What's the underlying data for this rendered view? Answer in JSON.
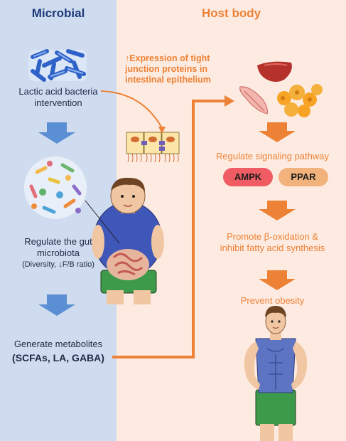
{
  "microbial": {
    "heading": "Microbial",
    "step1": {
      "line1": "Lactic acid bacteria",
      "line2": "intervention"
    },
    "step2": {
      "line1": "Regulate the gut",
      "line2": "microbiota",
      "line3": "(Diversity, ↓F/B ratio)"
    },
    "step3": {
      "line1": "Generate metabolites",
      "line2": "(SCFAs, LA, GABA)"
    }
  },
  "host": {
    "heading": "Host body",
    "note": {
      "line1": "↑Expression of tight",
      "line2": "junction proteins in",
      "line3": "intestinal epithelium"
    },
    "signaling": "Regulate signaling pathway",
    "pathway1": "AMPK",
    "pathway2": "PPAR",
    "oxidation": {
      "line1": "Promote β-oxidation &",
      "line2": "inhibit fatty acid synthesis"
    },
    "outcome": "Prevent obesity"
  },
  "colors": {
    "microbial_bg": "#cfdcef",
    "host_bg": "#fdebe1",
    "blue_arrow": "#5b8fd3",
    "orange_arrow": "#ed8135",
    "ampk_pill": "#ef5c63",
    "ppar_pill": "#f2b27c"
  }
}
